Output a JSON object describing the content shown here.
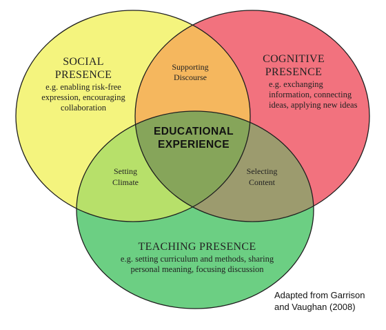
{
  "colors": {
    "social": "#f4f47e",
    "cognitive": "#f2727e",
    "teaching": "#6ccf83",
    "social_cognitive": "#f5b75e",
    "social_teaching": "#b7e06a",
    "cognitive_teaching": "#9c9b6e",
    "center": "#86a55a",
    "outline": "#1e1e1e"
  },
  "social": {
    "title_line1": "SOCIAL",
    "title_line2": "PRESENCE",
    "desc_line1": "e.g. enabling  risk-free",
    "desc_line2": "expression, encouraging",
    "desc_line3": "collaboration"
  },
  "cognitive": {
    "title_line1": "COGNITIVE",
    "title_line2": "PRESENCE",
    "desc_line1": "e.g. exchanging",
    "desc_line2": "information, connecting",
    "desc_line3": "ideas, applying new ideas"
  },
  "teaching": {
    "title": "TEACHING PRESENCE",
    "desc_line1": "e.g. setting curriculum and methods, sharing",
    "desc_line2": "personal meaning, focusing discussion"
  },
  "overlaps": {
    "social_cognitive_line1": "Supporting",
    "social_cognitive_line2": "Discourse",
    "social_teaching_line1": "Setting",
    "social_teaching_line2": "Climate",
    "cognitive_teaching_line1": "Selecting",
    "cognitive_teaching_line2": "Content"
  },
  "center": {
    "line1": "EDUCATIONAL",
    "line2": "EXPERIENCE"
  },
  "credit": {
    "line1": "Adapted from Garrison",
    "line2": "and Vaughan (2008)"
  }
}
